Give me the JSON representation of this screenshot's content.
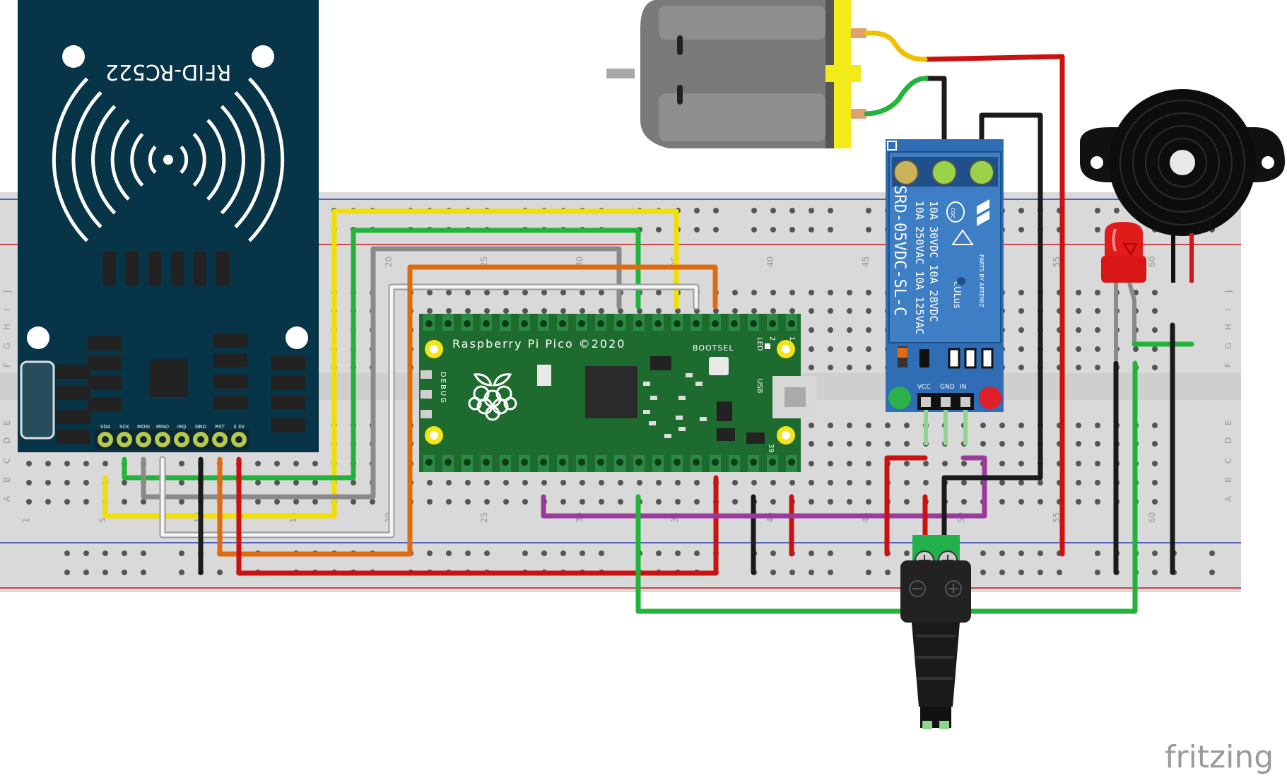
{
  "rfid": {
    "title": "RFID-RC522",
    "pins": [
      "SDA",
      "SCK",
      "MOSI",
      "MISO",
      "IRQ",
      "GND",
      "RST",
      "3.3V"
    ]
  },
  "pico": {
    "title": "Raspberry Pi Pico ©2020",
    "bootsel": "BOOTSEL",
    "debug": "DEBUG",
    "led": "LED",
    "usb": "USB",
    "pin1": "1",
    "pin2": "2",
    "pin39": "39"
  },
  "relay": {
    "model": "SRD-05VDC-SL-C",
    "rating1": "10A 250VAC  10A 125VAC",
    "rating2": "10A  30VDC  10A  28VDC",
    "brand": "PARTS BY ARTEMIZ",
    "cert": "cULus",
    "cqc": "CQC",
    "pins": [
      "VCC",
      "GND",
      "IN"
    ]
  },
  "breadboard": {
    "col_labels": [
      "1",
      "5",
      "10",
      "15",
      "20",
      "25",
      "30",
      "35",
      "40",
      "45",
      "50",
      "55",
      "60"
    ],
    "row_labels_top": [
      "J",
      "I",
      "H",
      "G",
      "F"
    ],
    "row_labels_bottom": [
      "E",
      "D",
      "C",
      "B",
      "A"
    ]
  },
  "watermark": "fritzing",
  "colors": {
    "board_bg": "#dcdcdc",
    "rfid_pcb": "#073447",
    "pico_pcb": "#1e6b2f",
    "relay_pcb": "#2f6db5",
    "wire_red": "#cc1111",
    "wire_black": "#1a1a1a",
    "wire_green": "#22b33a",
    "wire_yellow": "#f0e000",
    "wire_orange": "#e06a10",
    "wire_gray": "#8a8a8a",
    "wire_white": "#f4f4f4",
    "wire_purple": "#9b3a9b"
  }
}
